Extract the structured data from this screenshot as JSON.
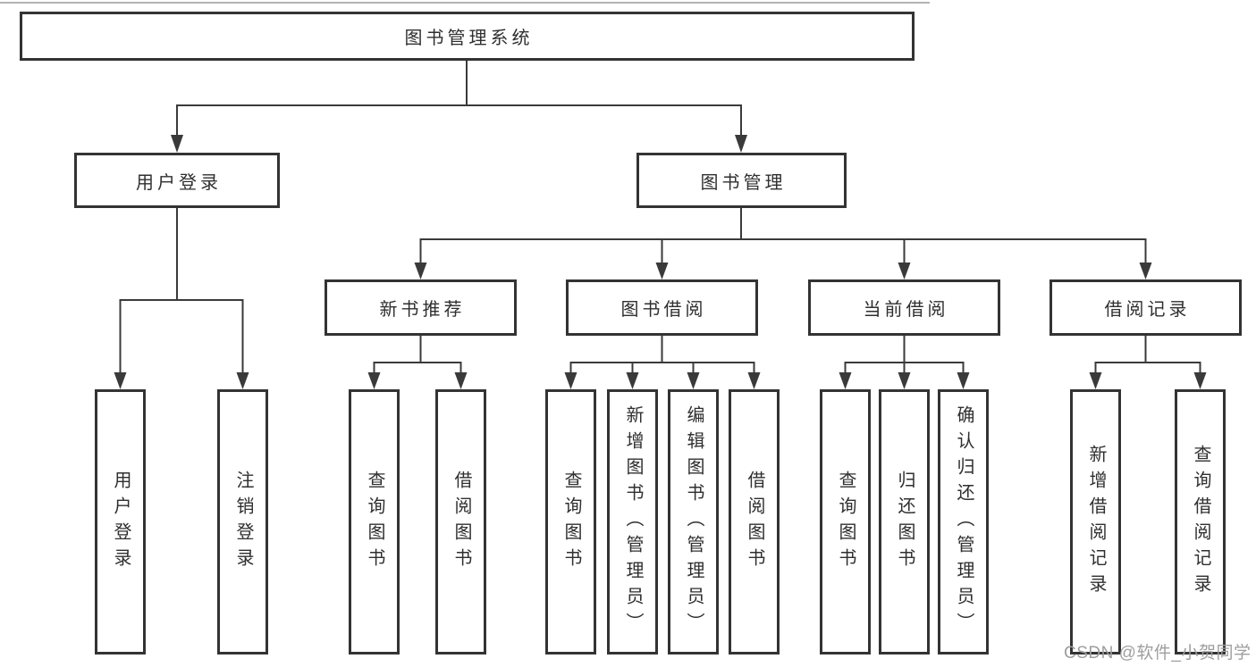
{
  "diagram": {
    "title": "图书管理系统",
    "branches": [
      {
        "label": "用户登录"
      },
      {
        "label": "图书管理"
      }
    ],
    "sections": [
      {
        "label": "新书推荐",
        "parent": "图书管理"
      },
      {
        "label": "图书借阅",
        "parent": "图书管理"
      },
      {
        "label": "当前借阅",
        "parent": "图书管理"
      },
      {
        "label": "借阅记录",
        "parent": "图书管理"
      }
    ],
    "leaves": [
      {
        "label": "用户登录",
        "parent": "用户登录"
      },
      {
        "label": "注销登录",
        "parent": "用户登录"
      },
      {
        "label": "查询图书",
        "parent": "新书推荐"
      },
      {
        "label": "借阅图书",
        "parent": "新书推荐"
      },
      {
        "label": "查询图书",
        "parent": "图书借阅"
      },
      {
        "label": "新增图书（管理员）",
        "parent": "图书借阅"
      },
      {
        "label": "编辑图书（管理员）",
        "parent": "图书借阅"
      },
      {
        "label": "借阅图书",
        "parent": "图书借阅"
      },
      {
        "label": "查询图书",
        "parent": "当前借阅"
      },
      {
        "label": "归还图书",
        "parent": "当前借阅"
      },
      {
        "label": "确认归还（管理员）",
        "parent": "当前借阅"
      },
      {
        "label": "新增借阅记录",
        "parent": "借阅记录"
      },
      {
        "label": "查询借阅记录",
        "parent": "借阅记录"
      }
    ],
    "colors": {
      "line": "#3a3a3a",
      "box_border": "#333333",
      "text": "#2f2f2f",
      "background": "#ffffff",
      "watermark": "#9e9e9e"
    }
  },
  "watermark": {
    "text": "CSDN @软件_小贺同学"
  }
}
